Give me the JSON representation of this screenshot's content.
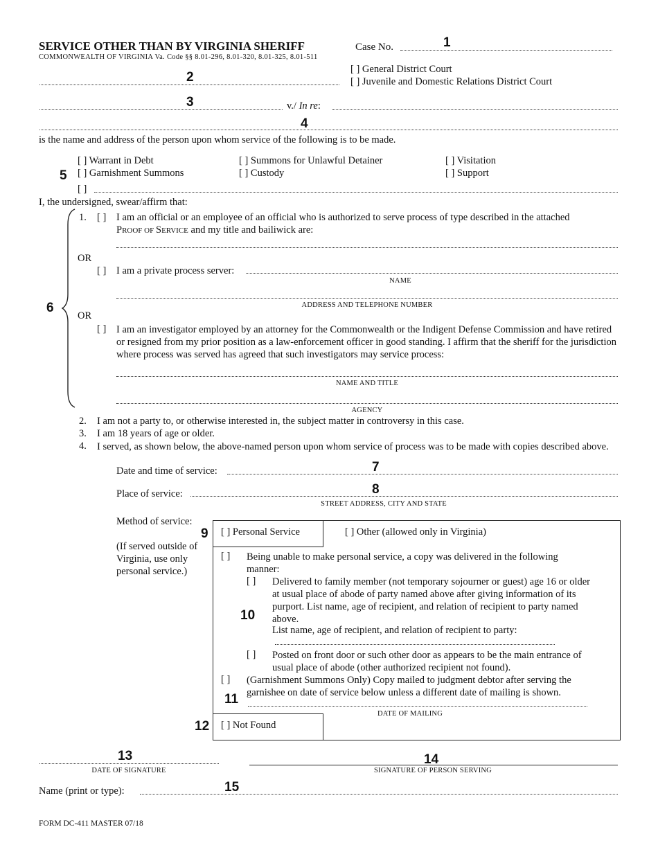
{
  "header": {
    "title": "SERVICE OTHER THAN BY VIRGINIA SHERIFF",
    "subtitle": "COMMONWEALTH OF VIRGINIA Va. Code §§ 8.01-296, 8.01-320, 8.01-325, 8.01-511",
    "case_no_label": "Case No.",
    "court_options": [
      "[ ] General District Court",
      "[ ] Juvenile and Domestic Relations District Court"
    ],
    "versus_label": "v./",
    "in_re_label": "In re",
    "in_re_colon": ":",
    "name_address_text": "is the name and address of the person upon whom service of the following is to be made."
  },
  "callouts": [
    "1",
    "2",
    "3",
    "4",
    "5",
    "6",
    "7",
    "8",
    "9",
    "10",
    "11",
    "12",
    "13",
    "14",
    "15"
  ],
  "documents": {
    "col1": [
      "[ ] Warrant in Debt",
      "[ ] Garnishment Summons"
    ],
    "col2": [
      "[ ] Summons for Unlawful Detainer",
      "[ ] Custody"
    ],
    "col3": [
      "[ ] Visitation",
      "[ ] Support"
    ],
    "other": "[ ]"
  },
  "affirmation": {
    "intro": "I, the undersigned, swear/affirm that:",
    "item1_num": "1.",
    "checkbox": "[ ]",
    "official_text_a": "I am an official or an employee of an official who is authorized to serve process of type described in the attached",
    "proof_P": "P",
    "proof_roof": "ROOF OF ",
    "proof_S": "S",
    "proof_ervice": "ERVICE",
    "official_text_b": " and my title and bailiwick are:",
    "or_label": "OR",
    "private_server": "I am a private process server:",
    "name_caption": "NAME",
    "address_caption": "ADDRESS AND TELEPHONE NUMBER",
    "investigator_text": "I am an investigator employed by an attorney for the Commonwealth or the Indigent Defense Commission and have retired or resigned from my prior position as a law-enforcement officer in good standing.  I affirm that the sheriff for the jurisdiction where process was served has agreed that such investigators may service process:",
    "name_title_caption": "NAME AND TITLE",
    "agency_caption": "AGENCY",
    "item2_num": "2.",
    "item2": "I am not a party to, or otherwise interested in, the subject matter in controversy in this case.",
    "item3_num": "3.",
    "item3": "I am 18 years of age or older.",
    "item4_num": "4.",
    "item4": "I served, as shown below, the above-named person upon whom service of process was to be made with copies described above."
  },
  "service": {
    "date_time_label": "Date and time of service:",
    "place_label": "Place of service:",
    "place_caption": "STREET ADDRESS, CITY AND STATE",
    "method_label": "Method of service:",
    "outside_note": "(If served outside of Virginia, use only personal service.)",
    "personal": "[ ]  Personal Service",
    "other_method": "[ ]  Other (allowed only in Virginia)",
    "unable_box": "[ ]",
    "unable_text": "Being unable to make personal service, a copy was delivered in the following manner:",
    "family_box": "[ ]",
    "family_text": "Delivered to family member (not temporary sojourner or guest) age 16 or older at usual place of abode of party named above after giving information of its purport.  List name, age of recipient, and relation of recipient to party named above.",
    "family_list": "List name, age of recipient, and relation of recipient to party:",
    "posted_box": "[ ]",
    "posted_text": "Posted on front door or such other door as appears to be the main entrance of usual place of abode (other authorized recipient not found).",
    "garnish_box": "[ ]",
    "garnish_text": "(Garnishment Summons Only) Copy mailed to judgment debtor after serving the garnishee on date of service below unless a different date of mailing is shown.",
    "mailing_caption": "DATE OF MAILING",
    "not_found": "[ ]  Not Found"
  },
  "signature": {
    "date_caption": "DATE OF SIGNATURE",
    "signer_caption": "SIGNATURE OF PERSON SERVING",
    "name_label": "Name (print or type):"
  },
  "footer": {
    "form_id": "FORM DC-411 MASTER 07/18"
  }
}
